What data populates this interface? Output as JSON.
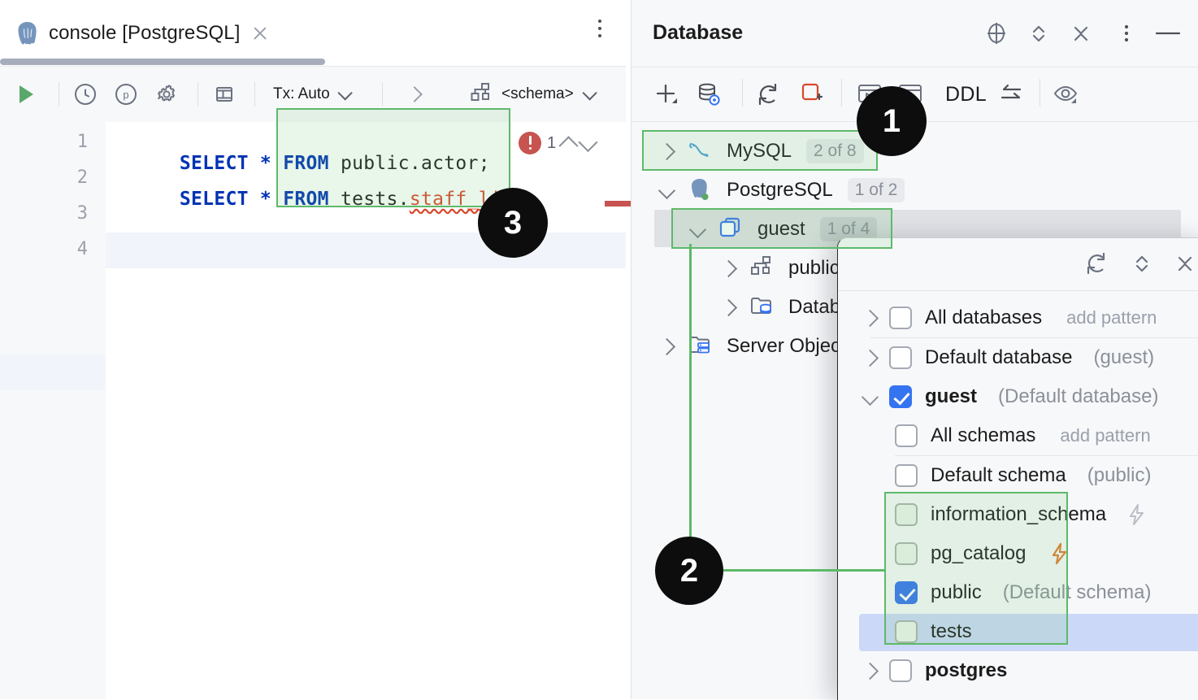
{
  "editor": {
    "tab": {
      "title": "console [PostgreSQL]",
      "icon": "postgresql-elephant-icon",
      "close_icon": "close-icon",
      "kebab_icon": "more-options-icon"
    },
    "toolbar": {
      "run_icon": "run-icon",
      "history_icon": "history-clock-icon",
      "params_icon": "parameters-icon",
      "settings_icon": "gear-icon",
      "layout_icon": "panel-layout-icon",
      "tx_label": "Tx: Auto",
      "tx_chevron": "chevron-down-icon",
      "step_icon": "chevron-right-icon",
      "schema_icon": "schema-icon",
      "schema_label": "<schema>",
      "schema_chevron": "chevron-down-icon"
    },
    "gutter": [
      "1",
      "2",
      "3",
      "4"
    ],
    "code": [
      {
        "n": 1,
        "pre": "SELECT * FROM ",
        "obj": "public.actor",
        "err": "",
        "tail": ";"
      },
      {
        "n": 2,
        "pre": "SELECT * FROM ",
        "obj": "tests.",
        "err": "staff_list",
        "tail": ";"
      }
    ],
    "inspection": {
      "count": "1",
      "error_icon": "error-icon",
      "up_icon": "previous-problem-icon",
      "down_icon": "next-problem-icon"
    }
  },
  "database": {
    "title": "Database",
    "header_icons": [
      "locate-icon",
      "expand-collapse-icon",
      "collapse-all-icon",
      "more-options-icon",
      "hide-icon"
    ],
    "toolbar": {
      "add_label": "add-icon",
      "datasource_properties": "datasource-properties-icon",
      "refresh": "refresh-icon",
      "disconnect": "disconnect-icon",
      "jump_to_console": "query-console-icon",
      "data_editor": "data-editor-icon",
      "ddl_label": "DDL",
      "sync": "sync-icon",
      "view_options": "eye-icon"
    },
    "tree": [
      {
        "name": "MySQL",
        "icon": "mysql-dolphin-icon",
        "count": "2 of 8",
        "arrow": "chevron-right-icon",
        "indent": 0
      },
      {
        "name": "PostgreSQL",
        "icon": "postgresql-elephant-icon",
        "count": "1 of 2",
        "arrow": "chevron-down-icon",
        "indent": 0
      },
      {
        "name": "guest",
        "icon": "database-icon",
        "count": "1 of 4",
        "arrow": "chevron-down-icon",
        "indent": 1
      },
      {
        "name": "public",
        "icon": "schema-icon",
        "count": "",
        "arrow": "chevron-right-icon",
        "indent": 2
      },
      {
        "name": "Database Objects",
        "icon": "database-folder-icon",
        "count": "",
        "arrow": "chevron-right-icon",
        "indent": 2
      },
      {
        "name": "Server Objects",
        "icon": "server-folder-icon",
        "count": "",
        "arrow": "chevron-right-icon",
        "indent": 1
      }
    ]
  },
  "popup": {
    "header_icons": [
      "refresh-icon",
      "expand-collapse-icon",
      "collapse-all-icon"
    ],
    "rows": [
      {
        "label": "All databases",
        "suffix": "",
        "pattern": "add pattern",
        "state": "off",
        "arrow": "chevron-right-icon",
        "indent": 0,
        "bold": false,
        "bolt": ""
      },
      {
        "label": "Default database",
        "suffix": "(guest)",
        "pattern": "",
        "state": "off",
        "arrow": "chevron-right-icon",
        "indent": 0,
        "bold": false,
        "bolt": ""
      },
      {
        "label": "guest",
        "suffix": "(Default database)",
        "pattern": "",
        "state": "on",
        "arrow": "chevron-down-icon",
        "indent": 0,
        "bold": true,
        "bolt": ""
      },
      {
        "label": "All schemas",
        "suffix": "",
        "pattern": "add pattern",
        "state": "off",
        "arrow": "",
        "indent": 1,
        "bold": false,
        "bolt": ""
      },
      {
        "label": "Default schema",
        "suffix": "(public)",
        "pattern": "",
        "state": "off",
        "arrow": "",
        "indent": 1,
        "bold": false,
        "bolt": ""
      },
      {
        "label": "information_schema",
        "suffix": "",
        "pattern": "",
        "state": "dim",
        "arrow": "",
        "indent": 1,
        "bold": false,
        "bolt": "grey"
      },
      {
        "label": "pg_catalog",
        "suffix": "",
        "pattern": "",
        "state": "dim",
        "arrow": "",
        "indent": 1,
        "bold": false,
        "bolt": "orange"
      },
      {
        "label": "public",
        "suffix": "(Default schema)",
        "pattern": "",
        "state": "on",
        "arrow": "",
        "indent": 1,
        "bold": false,
        "bolt": ""
      },
      {
        "label": "tests",
        "suffix": "",
        "pattern": "",
        "state": "dim",
        "arrow": "",
        "indent": 1,
        "bold": false,
        "bolt": ""
      },
      {
        "label": "postgres",
        "suffix": "",
        "pattern": "",
        "state": "off",
        "arrow": "chevron-right-icon",
        "indent": 0,
        "bold": true,
        "bolt": ""
      }
    ]
  },
  "annotations": {
    "badges": [
      {
        "label": "1"
      },
      {
        "label": "2"
      },
      {
        "label": "3"
      }
    ],
    "highlight_color": "#5eb96a"
  }
}
